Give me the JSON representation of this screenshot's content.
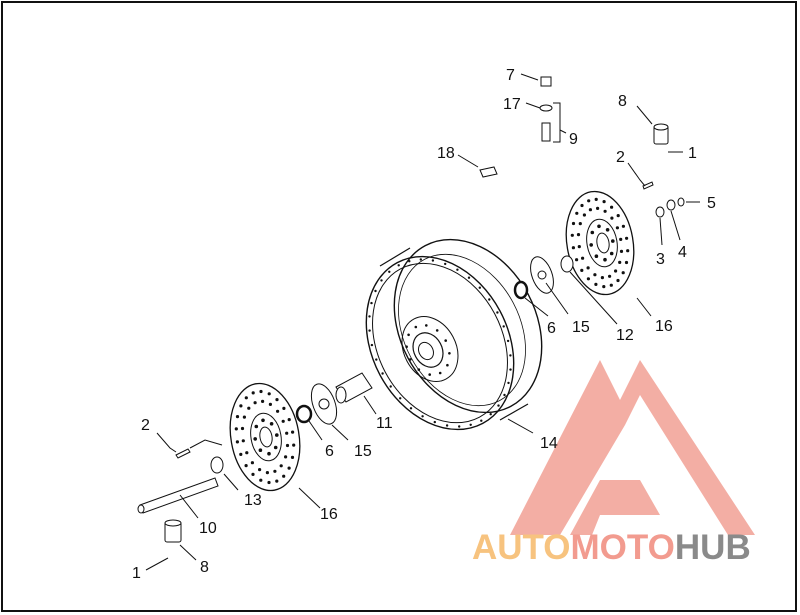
{
  "diagram": {
    "callouts": [
      {
        "id": "c7",
        "label": "7"
      },
      {
        "id": "c17",
        "label": "17"
      },
      {
        "id": "c9",
        "label": "9"
      },
      {
        "id": "c8a",
        "label": "8"
      },
      {
        "id": "c1a",
        "label": "1"
      },
      {
        "id": "c18",
        "label": "18"
      },
      {
        "id": "c2a",
        "label": "2"
      },
      {
        "id": "c5",
        "label": "5"
      },
      {
        "id": "c3",
        "label": "3"
      },
      {
        "id": "c4",
        "label": "4"
      },
      {
        "id": "c6a",
        "label": "6"
      },
      {
        "id": "c15a",
        "label": "15"
      },
      {
        "id": "c12",
        "label": "12"
      },
      {
        "id": "c16a",
        "label": "16"
      },
      {
        "id": "c11",
        "label": "11"
      },
      {
        "id": "c2b",
        "label": "2"
      },
      {
        "id": "c6b",
        "label": "6"
      },
      {
        "id": "c15b",
        "label": "15"
      },
      {
        "id": "c14",
        "label": "14"
      },
      {
        "id": "c13",
        "label": "13"
      },
      {
        "id": "c16b",
        "label": "16"
      },
      {
        "id": "c10",
        "label": "10"
      },
      {
        "id": "c1b",
        "label": "1"
      },
      {
        "id": "c8b",
        "label": "8"
      }
    ]
  },
  "watermark": {
    "part1": "AUTO",
    "part2": "MOTO",
    "part3": "HUB",
    "colors": {
      "part1": "#f7c37f",
      "part2": "#f29b8f",
      "part3": "#8a8a8a",
      "logo": "#f2a59a"
    }
  }
}
